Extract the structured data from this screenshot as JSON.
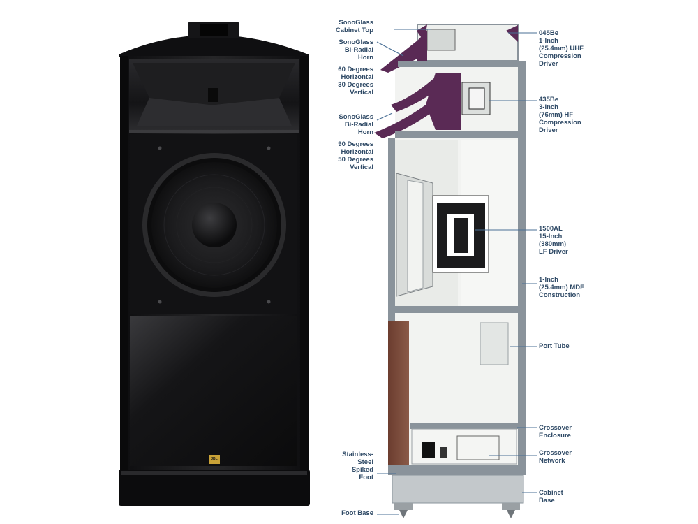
{
  "speaker_photo": {
    "logo_text": "JBL"
  },
  "callouts": {
    "left": [
      {
        "id": "sonoglass-cabinet-top",
        "text": "SonoGlass\nCabinet Top"
      },
      {
        "id": "sonoglass-biradial-horn-top",
        "text": "SonoGlass\nBi-Radial\nHorn"
      },
      {
        "id": "horn-top-dispersion",
        "text": "60 Degrees\nHorizontal\n30 Degrees\nVertical"
      },
      {
        "id": "sonoglass-biradial-horn-mid",
        "text": "SonoGlass\nBi-Radial\nHorn"
      },
      {
        "id": "horn-mid-dispersion",
        "text": "90 Degrees\nHorizontal\n50 Degrees\nVertical"
      },
      {
        "id": "stainless-steel-spiked-foot",
        "text": "Stainless-\nSteel\nSpiked\nFoot"
      },
      {
        "id": "foot-base",
        "text": "Foot Base"
      }
    ],
    "right": [
      {
        "id": "driver-045be",
        "text": "045Be\n1-Inch\n(25.4mm) UHF\nCompression\nDriver"
      },
      {
        "id": "driver-435be",
        "text": "435Be\n3-Inch\n(76mm) HF\nCompression\nDriver"
      },
      {
        "id": "driver-1500al",
        "text": "1500AL\n15-Inch\n(380mm)\nLF Driver"
      },
      {
        "id": "mdf-construction",
        "text": "1-Inch\n(25.4mm) MDF\nConstruction"
      },
      {
        "id": "port-tube",
        "text": "Port Tube"
      },
      {
        "id": "crossover-enclosure",
        "text": "Crossover\nEnclosure"
      },
      {
        "id": "crossover-network",
        "text": "Crossover\nNetwork"
      },
      {
        "id": "cabinet-base",
        "text": "Cabinet\nBase"
      }
    ]
  },
  "colors": {
    "cabinet": "#1c1c1e",
    "horn_purple": "#5a2a55",
    "wall_gray": "#8a939b",
    "chamber_fill": "#f0f2f0",
    "label_text": "#2f4a66",
    "wood_panel": "#7a4a3a",
    "logo_gold": "#c9a237"
  }
}
